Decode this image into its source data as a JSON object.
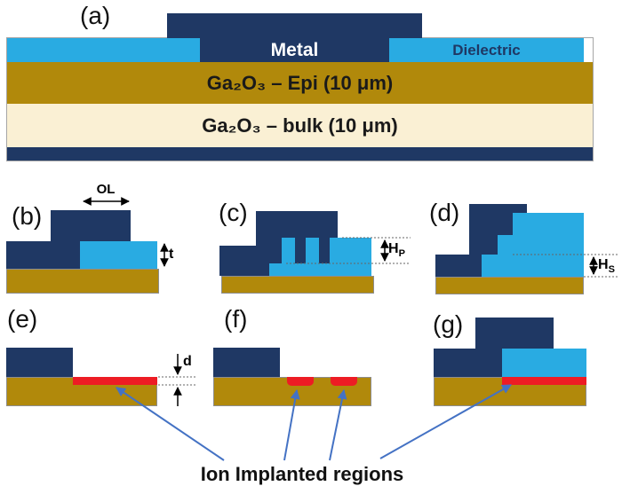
{
  "figure": {
    "caption": "Ion Implanted regions",
    "colors": {
      "metal_navy": "#1F3864",
      "dielectric_cyan": "#29ABE2",
      "epi_gold": "#B1890B",
      "bulk_cream": "#FAF0D4",
      "implant_red": "#ED1C24",
      "pointer_blue": "#4472C4"
    },
    "panel_a": {
      "label": "(a)",
      "metal": "Metal",
      "dielectric": "Dielectric",
      "epi": "Ga₂O₃ – Epi (10 μm)",
      "bulk": "Ga₂O₃ – bulk (10 μm)"
    },
    "panel_b": {
      "label": "(b)",
      "overlap": "OL",
      "thickness": "t"
    },
    "panel_c": {
      "label": "(c)",
      "h": "H",
      "h_sub": "P"
    },
    "panel_d": {
      "label": "(d)",
      "h": "H",
      "h_sub": "S"
    },
    "panel_e": {
      "label": "(e)",
      "depth": "d"
    },
    "panel_f": {
      "label": "(f)"
    },
    "panel_g": {
      "label": "(g)"
    }
  }
}
